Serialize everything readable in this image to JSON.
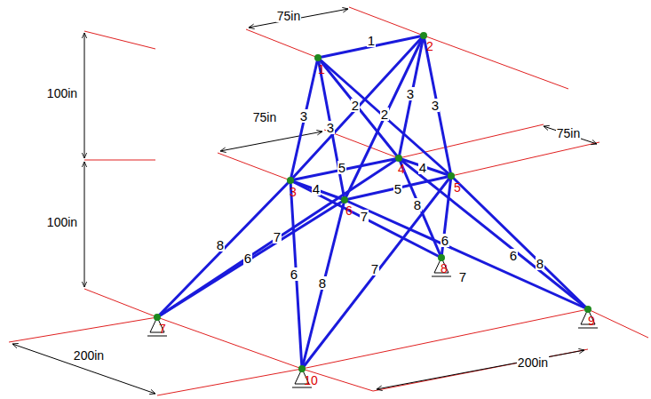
{
  "diagram": {
    "labels": [
      "75in",
      "100in",
      "100in",
      "75in",
      "75in",
      "200in",
      "200in",
      "1",
      "2",
      "3",
      "4",
      "5",
      "6",
      "7",
      "8",
      "9",
      "10",
      "1",
      "2",
      "2",
      "3",
      "3",
      "3",
      "3",
      "5",
      "4",
      "4",
      "5",
      "8",
      "7",
      "6",
      "6",
      "8",
      "7",
      "8",
      "6",
      "7",
      "7",
      "6",
      "8"
    ]
  }
}
